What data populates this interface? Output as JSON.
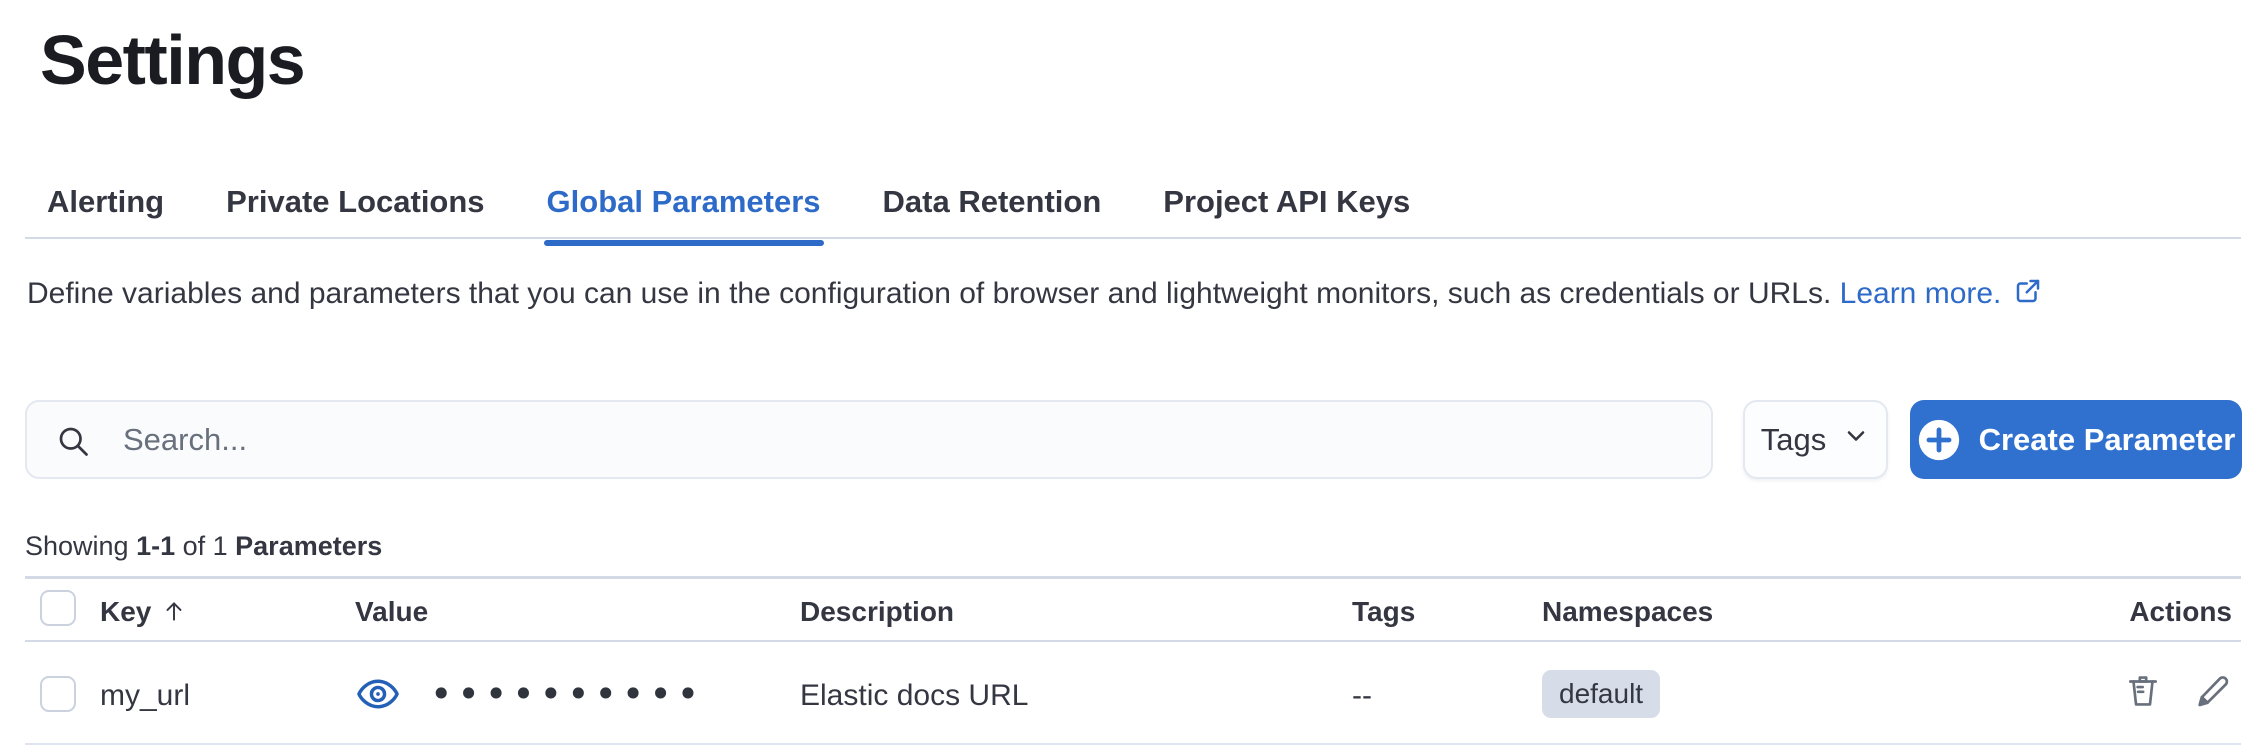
{
  "header": {
    "title": "Settings"
  },
  "tabs": [
    {
      "label": "Alerting",
      "active": false
    },
    {
      "label": "Private Locations",
      "active": false
    },
    {
      "label": "Global Parameters",
      "active": true
    },
    {
      "label": "Data Retention",
      "active": false
    },
    {
      "label": "Project API Keys",
      "active": false
    }
  ],
  "description": {
    "text": "Define variables and parameters that you can use in the configuration of browser and lightweight monitors, such as credentials or URLs. ",
    "link_label": "Learn more."
  },
  "toolbar": {
    "search_placeholder": "Search...",
    "tags_label": "Tags",
    "create_label": "Create Parameter"
  },
  "summary": {
    "showing": "Showing ",
    "range": "1-1",
    "of": " of 1 ",
    "entity": "Parameters"
  },
  "table": {
    "headers": {
      "key": "Key",
      "value": "Value",
      "description": "Description",
      "tags": "Tags",
      "namespaces": "Namespaces",
      "actions": "Actions"
    },
    "rows": [
      {
        "key": "my_url",
        "value_masked": "••••••••••",
        "description": "Elastic docs URL",
        "tags": "--",
        "namespace": "default"
      }
    ]
  },
  "colors": {
    "primary": "#3071cf",
    "link": "#2e6bc9",
    "eye_icon": "#2460b5",
    "action_icon": "#69707d",
    "badge_bg": "#d7dde8",
    "border": "#d3dae6"
  }
}
